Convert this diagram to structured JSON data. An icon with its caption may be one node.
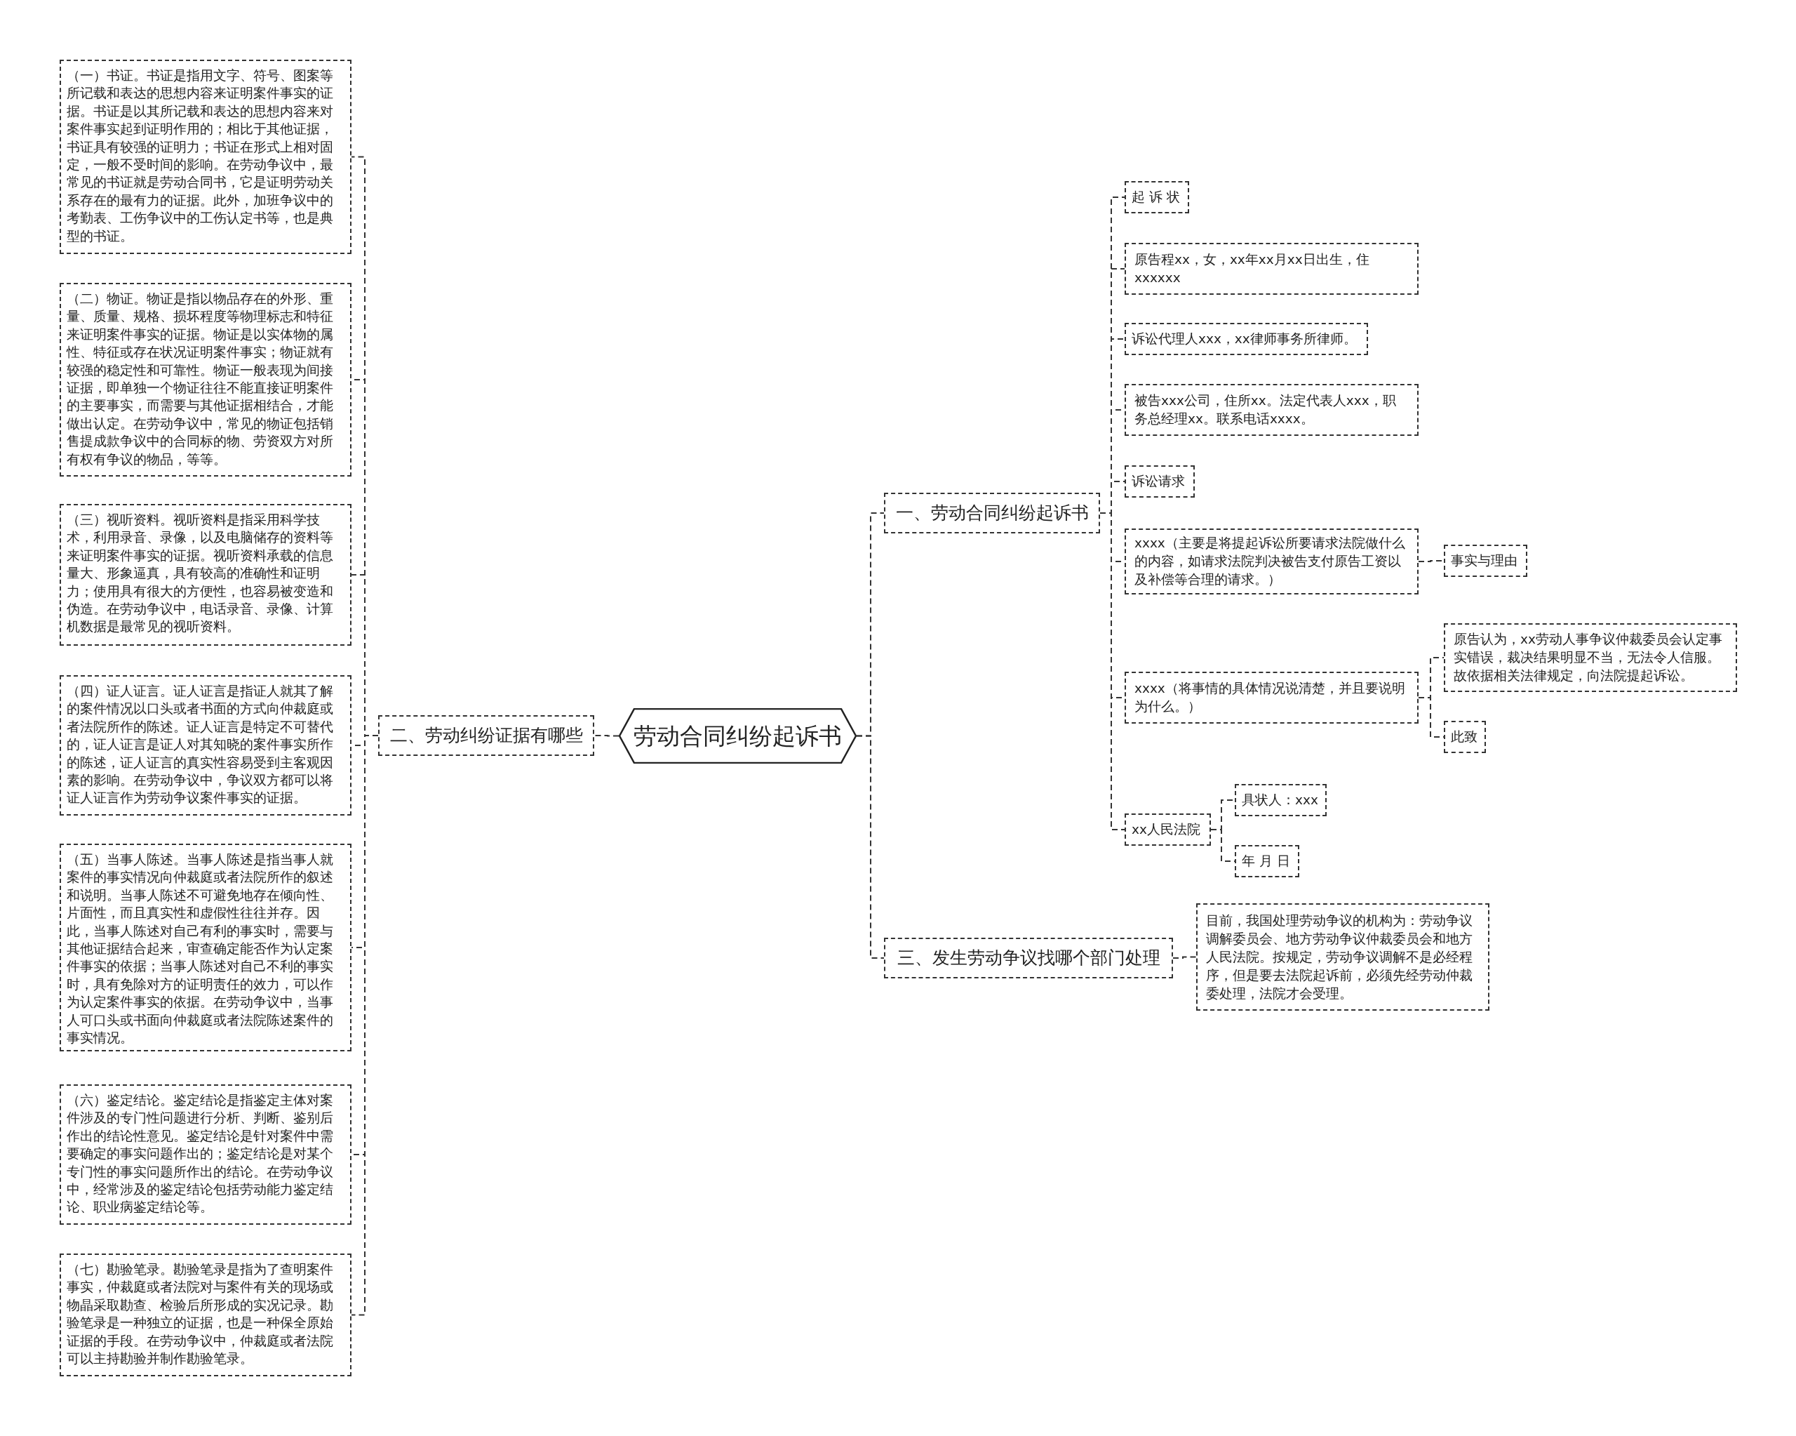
{
  "diagram": {
    "nodes": [
      {
        "text": [
          "劳动合同纠纷起诉书"
        ]
      },
      {
        "text": [
          "一、劳动合同纠纷起诉书"
        ]
      },
      {
        "text": [
          "二、劳动纠纷证据有哪些"
        ]
      },
      {
        "text": [
          "三、发生劳动争议找哪个部门处理"
        ]
      },
      {
        "text": [
          "起 诉 状"
        ]
      },
      {
        "text": [
          "原告程xx，女，xx年xx月xx日出生，住xxxxxx"
        ]
      },
      {
        "text": [
          "诉讼代理人xxx，xx律师事务所律师。"
        ]
      },
      {
        "text": [
          "被告xxx公司，住所xx。法定代表人xxx，职务总经理xx。联系电话xxxx。"
        ]
      },
      {
        "text": [
          "诉讼请求"
        ]
      },
      {
        "text": [
          "xxxx（主要是将提起诉讼所要请求法院做什么的内容，如请求法院判决被告支付原告工资以及补偿等合理的请求。）"
        ]
      },
      {
        "text": [
          "事实与理由"
        ]
      },
      {
        "text": [
          "xxxx（将事情的具体情况说清楚，并且要说明为什么。）"
        ]
      },
      {
        "text": [
          "原告认为，xx劳动人事争议仲裁委员会认定事实错误，裁决结果明显不当，无法令人信服。故依据相关法律规定，向法院提起诉讼。"
        ]
      },
      {
        "text": [
          "此致"
        ]
      },
      {
        "text": [
          "xx人民法院"
        ]
      },
      {
        "text": [
          "具状人：xxx"
        ]
      },
      {
        "text": [
          "年 月 日"
        ]
      },
      {
        "text": [
          "目前，我国处理劳动争议的机构为：劳动争议调解委员会、地方劳动争议仲裁委员会和地方人民法院。按规定，劳动争议调解不是必经程序，但是要去法院起诉前，必须先经劳动仲裁委处理，法院才会受理。"
        ]
      },
      {
        "text": [
          "（一）书证。书证是指用文字、符号、图案等所记载和表达的思想内容来证明案件事实的证据。书证是以其所记载和表达的思想内容来对案件事实起到证明作用的；相比于其他证据，书证具有较强的证明力；书证在形式上相对固定，一般不受时间的影响。在劳动争议中，最常见的书证就是劳动合同书，它是证明劳动关系存在的最有力的证据。此外，加班争议中的考勤表、工伤争议中的工伤认定书等，也是典型的书证。"
        ]
      },
      {
        "text": [
          "（二）物证。物证是指以物品存在的外形、重量、质量、规格、损坏程度等物理标志和特征来证明案件事实的证据。物证是以实体物的属性、特征或存在状况证明案件事实；物证就有较强的稳定性和可靠性。物证一般表现为间接证据，即单独一个物证往往不能直接证明案件的主要事实，而需要与其他证据相结合，才能做出认定。在劳动争议中，常见的物证包括销售提成款争议中的合同标的物、劳资双方对所有权有争议的物品，等等。"
        ]
      },
      {
        "text": [
          "（三）视听资料。视听资料是指采用科学技术，利用录音、录像，以及电脑储存的资料等来证明案件事实的证据。视听资料承载的信息量大、形象逼真，具有较高的准确性和证明力；使用具有很大的方便性，也容易被变造和伪造。在劳动争议中，电话录音、录像、计算机数据是最常见的视听资料。"
        ]
      },
      {
        "text": [
          "（四）证人证言。证人证言是指证人就其了解的案件情况以口头或者书面的方式向仲裁庭或者法院所作的陈述。证人证言是特定不可替代的，证人证言是证人对其知晓的案件事实所作的陈述，证人证言的真实性容易受到主客观因素的影响。在劳动争议中，争议双方都可以将证人证言作为劳动争议案件事实的证据。"
        ]
      },
      {
        "text": [
          "（五）当事人陈述。当事人陈述是指当事人就案件的事实情况向仲裁庭或者法院所作的叙述和说明。当事人陈述不可避免地存在倾向性、片面性，而且真实性和虚假性往往并存。因此，当事人陈述对自己有利的事实时，需要与其他证据结合起来，审查确定能否作为认定案件事实的依据；当事人陈述对自己不利的事实时，具有免除对方的证明责任的效力，可以作为认定案件事实的依据。在劳动争议中，当事人可口头或书面向仲裁庭或者法院陈述案件的事实情况。"
        ]
      },
      {
        "text": [
          "（六）鉴定结论。鉴定结论是指鉴定主体对案件涉及的专门性问题进行分析、判断、鉴别后作出的结论性意见。鉴定结论是针对案件中需要确定的事实问题作出的；鉴定结论是对某个专门性的事实问题所作出的结论。在劳动争议中，经常涉及的鉴定结论包括劳动能力鉴定结论、职业病鉴定结论等。"
        ]
      },
      {
        "text": [
          "（七）勘验笔录。勘验笔录是指为了查明案件事实，仲裁庭或者法院对与案件有关的现场或物晶采取勘查、检验后所形成的实况记录。勘验笔录是一种独立的证据，也是一种保全原始证据的手段。在劳动争议中，仲裁庭或者法院可以主持勘验并制作勘验笔录。"
        ]
      }
    ],
    "edges": [
      {
        "from": 0,
        "to": 1,
        "arrow": "none",
        "style": "dashed"
      },
      {
        "from": 0,
        "to": 2,
        "arrow": "none",
        "style": "dashed"
      },
      {
        "from": 0,
        "to": 3,
        "arrow": "none",
        "style": "dashed"
      },
      {
        "from": 1,
        "to": 4,
        "arrow": "none",
        "style": "dashed"
      },
      {
        "from": 1,
        "to": 5,
        "arrow": "none",
        "style": "dashed"
      },
      {
        "from": 1,
        "to": 6,
        "arrow": "none",
        "style": "dashed"
      },
      {
        "from": 1,
        "to": 7,
        "arrow": "none",
        "style": "dashed"
      },
      {
        "from": 1,
        "to": 8,
        "arrow": "none",
        "style": "dashed"
      },
      {
        "from": 1,
        "to": 9,
        "arrow": "none",
        "style": "dashed"
      },
      {
        "from": 9,
        "to": 10,
        "arrow": "none",
        "style": "dashed"
      },
      {
        "from": 1,
        "to": 11,
        "arrow": "none",
        "style": "dashed"
      },
      {
        "from": 11,
        "to": 12,
        "arrow": "none",
        "style": "dashed"
      },
      {
        "from": 11,
        "to": 13,
        "arrow": "none",
        "style": "dashed"
      },
      {
        "from": 1,
        "to": 14,
        "arrow": "none",
        "style": "dashed"
      },
      {
        "from": 14,
        "to": 15,
        "arrow": "none",
        "style": "dashed"
      },
      {
        "from": 14,
        "to": 16,
        "arrow": "none",
        "style": "dashed"
      },
      {
        "from": 3,
        "to": 17,
        "arrow": "none",
        "style": "dashed"
      },
      {
        "from": 2,
        "to": 18,
        "arrow": "none",
        "style": "dashed"
      },
      {
        "from": 2,
        "to": 19,
        "arrow": "none",
        "style": "dashed"
      },
      {
        "from": 2,
        "to": 20,
        "arrow": "none",
        "style": "dashed"
      },
      {
        "from": 2,
        "to": 21,
        "arrow": "none",
        "style": "dashed"
      },
      {
        "from": 2,
        "to": 22,
        "arrow": "none",
        "style": "dashed"
      },
      {
        "from": 2,
        "to": 23,
        "arrow": "none",
        "style": "dashed"
      },
      {
        "from": 2,
        "to": 24,
        "arrow": "none",
        "style": "dashed"
      }
    ]
  }
}
